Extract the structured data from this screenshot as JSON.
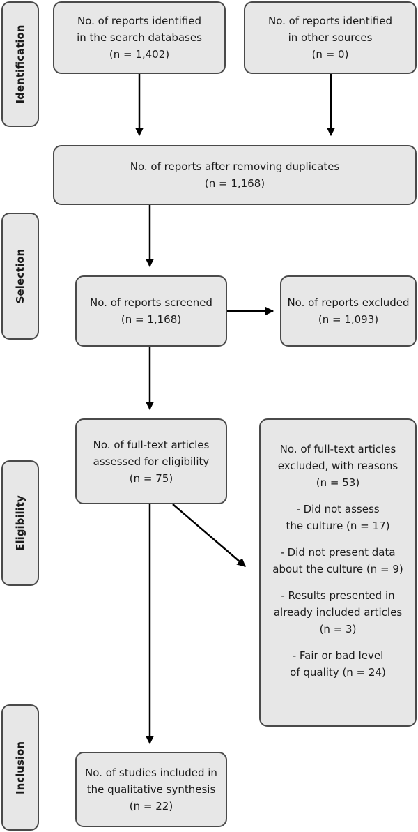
{
  "stages": {
    "identification": "Identification",
    "selection": "Selection",
    "eligibility": "Eligibility",
    "inclusion": "Inclusion"
  },
  "boxes": {
    "db_search": [
      "No. of reports identified",
      "in the search databases",
      "(n = 1,402)"
    ],
    "other_sources": [
      "No. of reports identified",
      "in other sources",
      "(n = 0)"
    ],
    "after_duplicates": [
      "No. of reports after removing duplicates",
      "(n = 1,168)"
    ],
    "screened": [
      "No. of reports screened",
      "(n = 1,168)"
    ],
    "excluded": [
      "No. of reports excluded",
      "(n = 1,093)"
    ],
    "full_text": [
      "No. of full-text articles",
      "assessed for eligibility",
      "(n = 75)"
    ],
    "included": [
      "No. of studies included in",
      "the qualitative synthesis",
      "(n = 22)"
    ]
  },
  "full_text_excluded": {
    "heading": [
      "No. of full-text articles",
      "excluded, with reasons",
      "(n = 53)"
    ],
    "reasons": [
      [
        "- Did not assess",
        "the culture (n = 17)"
      ],
      [
        "- Did not present data",
        "about the culture (n = 9)"
      ],
      [
        "- Results presented in",
        "already included articles",
        "(n = 3)"
      ],
      [
        "- Fair or bad level",
        "of quality (n = 24)"
      ]
    ]
  },
  "colors": {
    "box_fill": "#e7e7e7",
    "box_border": "#4a4a4a",
    "arrow": "#000000"
  }
}
